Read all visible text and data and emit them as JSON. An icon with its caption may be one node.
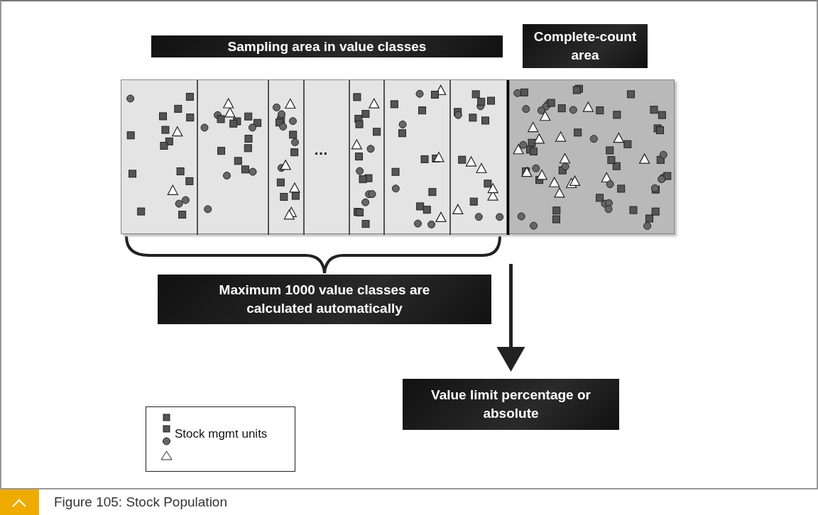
{
  "diagram": {
    "caption": "Figure 105: Stock Population",
    "nodes": [
      {
        "text": [
          "Sampling area in value classes"
        ]
      },
      {
        "text": [
          "Complete-count area"
        ]
      },
      {
        "text": [],
        "shape": "box"
      },
      {
        "text": [],
        "shape": "box"
      },
      {
        "text": [
          "Maximum 1000 value classes are calculated automatically"
        ]
      },
      {
        "text": [
          "Value limit percentage or absolute"
        ]
      }
    ],
    "edges": [
      {
        "from": null,
        "to": 5,
        "arrow": "to"
      }
    ],
    "labels": [
      "…"
    ],
    "legend": [
      {
        "text": "Stock mgmt units"
      }
    ]
  }
}
